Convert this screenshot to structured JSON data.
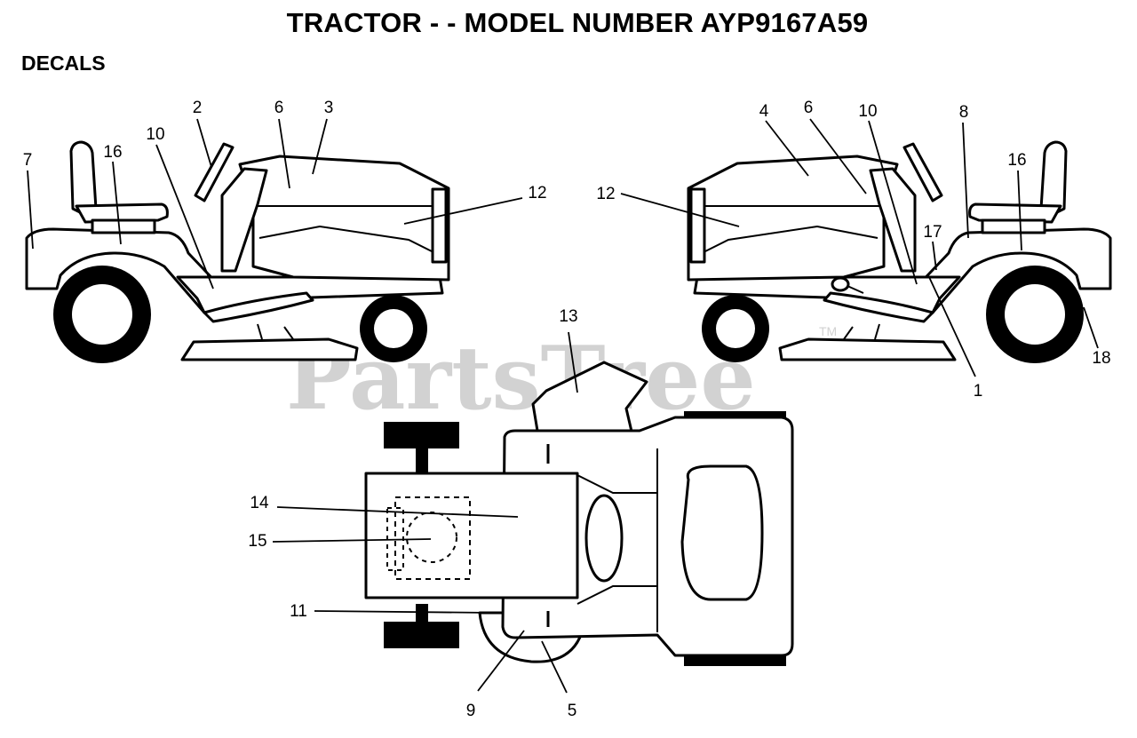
{
  "header": {
    "title": "TRACTOR - - MODEL NUMBER AYP9167A59",
    "section": "DECALS"
  },
  "watermark": {
    "text": "PartsTree",
    "tm": "TM"
  },
  "callouts": {
    "c1": "1",
    "c2": "2",
    "c3": "3",
    "c4": "4",
    "c5": "5",
    "c6_left": "6",
    "c6_right": "6",
    "c7": "7",
    "c8": "8",
    "c9": "9",
    "c10_left": "10",
    "c10_right": "10",
    "c11": "11",
    "c12_left": "12",
    "c12_right": "12",
    "c13": "13",
    "c14": "14",
    "c15": "15",
    "c16_left": "16",
    "c16_right": "16",
    "c17": "17",
    "c18": "18"
  }
}
